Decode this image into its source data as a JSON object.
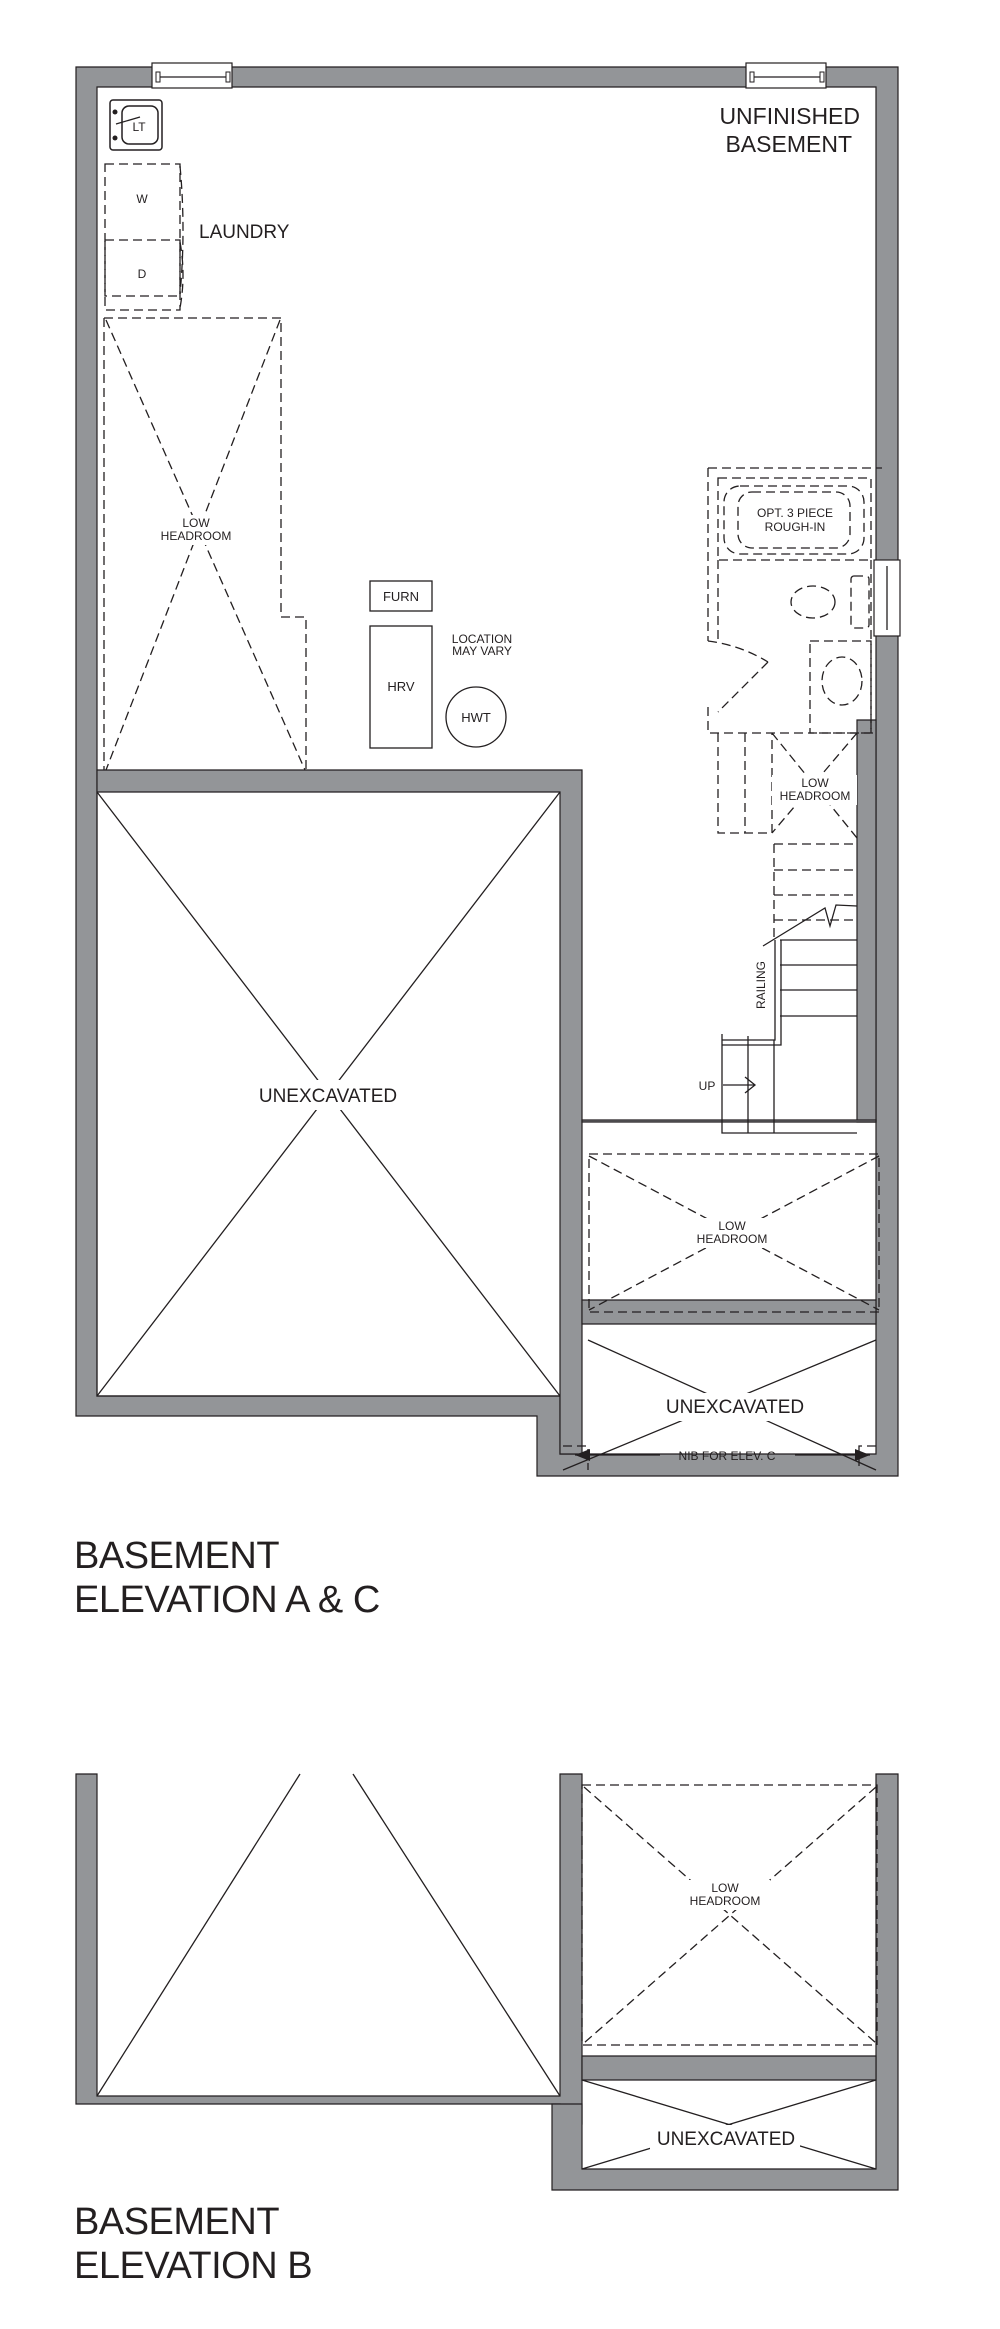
{
  "plan_a_c": {
    "heading_line1": "BASEMENT",
    "heading_line2": "ELEVATION A & C",
    "rooms": {
      "main": "UNFINISHED",
      "main2": "BASEMENT",
      "laundry": "LAUNDRY",
      "washer": "W",
      "dryer": "D",
      "laundry_tub": "LT",
      "low1a": "LOW",
      "low1b": "HEADROOM",
      "furnace": "FURN",
      "hrv": "HRV",
      "hwt": "HWT",
      "loc1": "LOCATION",
      "loc2": "MAY VARY",
      "bath1": "OPT. 3 PIECE",
      "bath2": "ROUGH-IN",
      "low2a": "LOW",
      "low2b": "HEADROOM",
      "railing": "RAILING",
      "up": "UP",
      "unexcavated_large": "UNEXCAVATED",
      "low3a": "LOW",
      "low3b": "HEADROOM",
      "unexcavated_small": "UNEXCAVATED",
      "nib": "NIB FOR ELEV. C"
    }
  },
  "plan_b": {
    "heading_line1": "BASEMENT",
    "heading_line2": "ELEVATION B",
    "rooms": {
      "low_a": "LOW",
      "low_b": "HEADROOM",
      "unexcavated": "UNEXCAVATED"
    }
  },
  "colors": {
    "wall": "#939598",
    "line": "#231f20",
    "background": "#ffffff"
  }
}
